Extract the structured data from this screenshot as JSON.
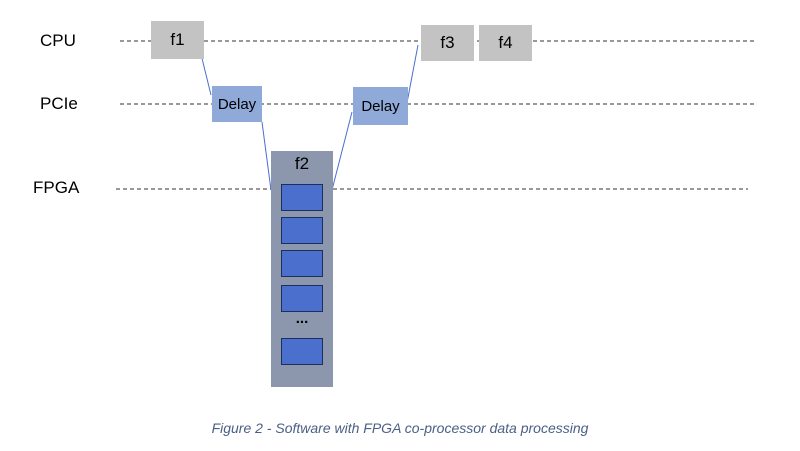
{
  "lanes": {
    "cpu": "CPU",
    "pcie": "PCIe",
    "fpga": "FPGA"
  },
  "boxes": {
    "f1": "f1",
    "f2": "f2",
    "f3": "f3",
    "f4": "f4",
    "delay_in": "Delay",
    "delay_out": "Delay"
  },
  "fpga_column": {
    "ellipsis": "..."
  },
  "caption": "Figure 2 - Software with FPGA co-processor data processing",
  "colors": {
    "cpu_box": "#c3c3c3",
    "delay_box": "#8fa9d8",
    "fpga_column": "#8c97ad",
    "fpga_block": "#4a6fcc",
    "connector": "#4a6fcc"
  }
}
